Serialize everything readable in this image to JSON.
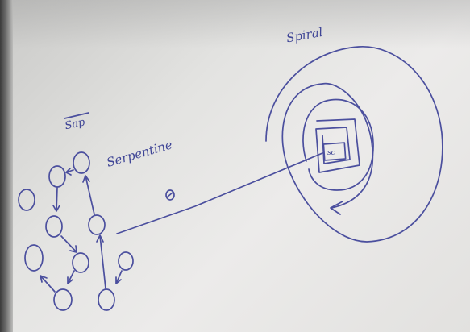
{
  "image": {
    "kind": "photo of a whiteboard sketch",
    "ink_color": "#4b4f9e",
    "board_color": "#e3e3e1"
  },
  "labels": {
    "spiral": "Spiral",
    "serpentine": "Serpentine",
    "scribble": "Sap",
    "center_mark": "sc"
  }
}
